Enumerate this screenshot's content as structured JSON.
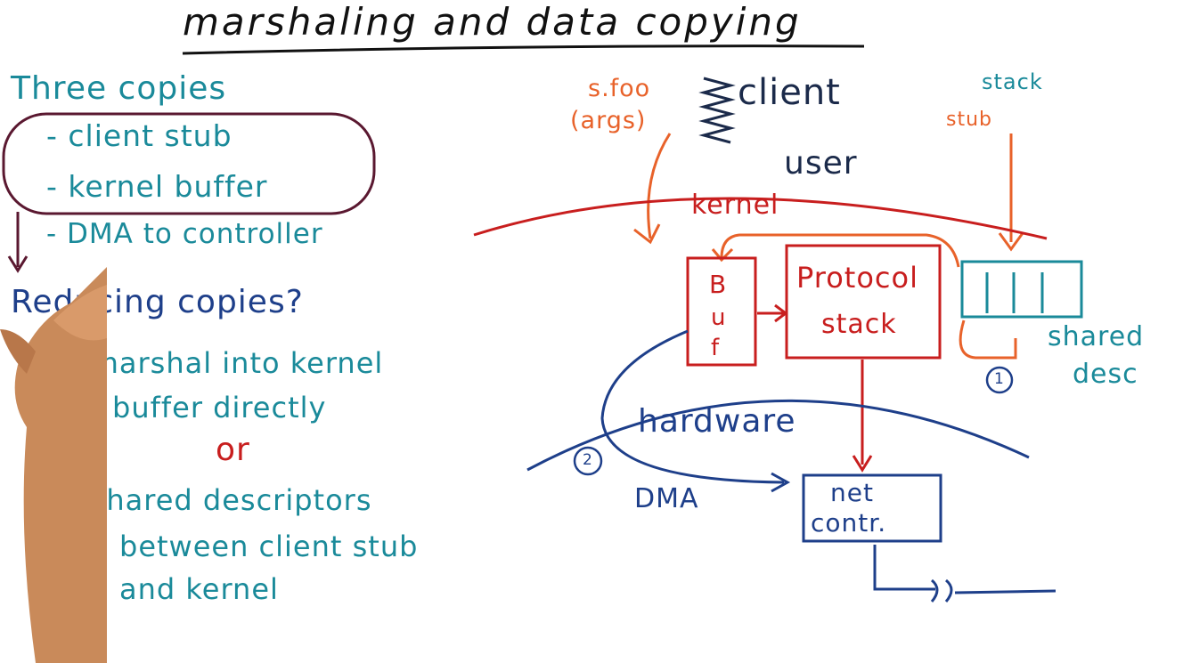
{
  "title": "marshaling and data copying",
  "left": {
    "heading": "Three copies",
    "items": [
      "- client stub",
      "- kernel buffer",
      "- DMA to controller"
    ],
    "question": "Reducing copies?",
    "answer1": [
      "- marshal into kernel",
      "buffer directly"
    ],
    "or": "or",
    "answer2": [
      "- shared descriptors",
      "between client stub",
      "and kernel"
    ]
  },
  "diagram": {
    "sfoo": "s.foo",
    "args": "(args)",
    "client": "client",
    "stack_top": "stack",
    "stub": "stub",
    "user": "user",
    "kernel": "kernel",
    "buf": [
      "B",
      "u",
      "f"
    ],
    "protocol": "Protocol",
    "protocol_stack": "stack",
    "shared": "shared",
    "desc": "desc",
    "marker1": "1",
    "marker2": "2",
    "hardware": "hardware",
    "dma": "DMA",
    "netcontr": [
      "net",
      "contr."
    ]
  },
  "colors": {
    "teal": "#1a8a9a",
    "navy": "#1e3f8a",
    "red": "#c81e1e",
    "orange": "#e8622a",
    "maroon": "#5a1830"
  }
}
